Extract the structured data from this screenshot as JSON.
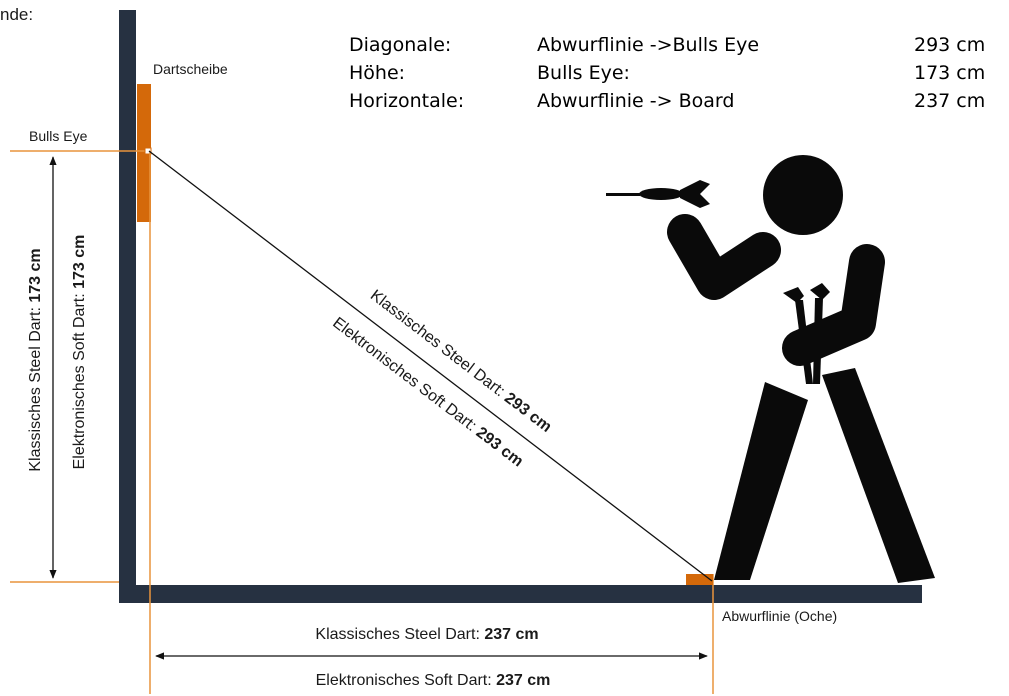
{
  "corner_text": "nde:",
  "legend": {
    "rows": [
      {
        "label": "Diagonale:",
        "desc": "Abwurflinie ->Bulls Eye",
        "value": "293 cm"
      },
      {
        "label": "Höhe:",
        "desc": "Bulls Eye:",
        "value": "173 cm"
      },
      {
        "label": "Horizontale:",
        "desc": "Abwurflinie -> Board",
        "value": "237 cm"
      }
    ]
  },
  "labels": {
    "dartboard": "Dartscheibe",
    "bulls_eye": "Bulls Eye",
    "oche": "Abwurflinie (Oche)"
  },
  "vertical": {
    "steel_prefix": "Klassisches Steel Dart: ",
    "steel_value": "173 cm",
    "soft_prefix": "Elektronisches Soft Dart: ",
    "soft_value": "173 cm"
  },
  "diagonal": {
    "steel_prefix": "Klassisches Steel Dart: ",
    "steel_value": "293 cm",
    "soft_prefix": "Elektronisches Soft Dart: ",
    "soft_value": "293 cm"
  },
  "horizontal": {
    "steel_prefix": "Klassisches Steel Dart: ",
    "steel_value": "237 cm",
    "soft_prefix": "Elektronisches Soft Dart: ",
    "soft_value": "237 cm"
  },
  "colors": {
    "wall": "#263141",
    "orange": "#d4690a",
    "guide": "#e8943c",
    "figure": "#0a0a0a"
  }
}
